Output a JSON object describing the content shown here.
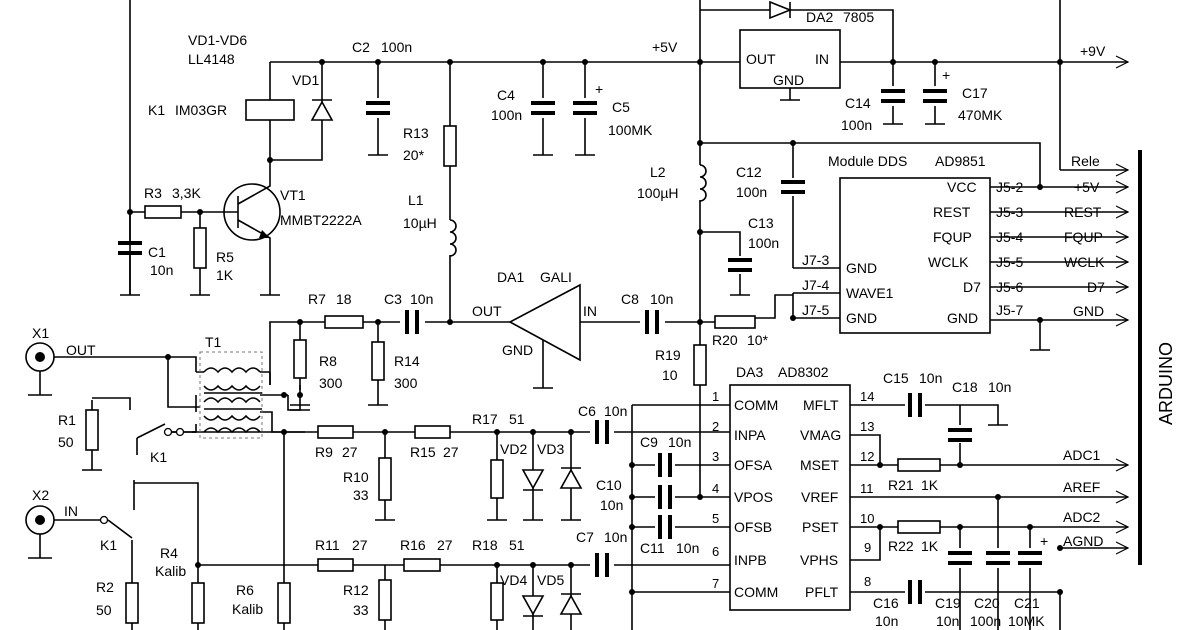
{
  "title": "",
  "modules": {
    "arduino": "ARDUINO",
    "dds_title": "Module DDS",
    "dds_chip": "AD9851",
    "regulator": "DA2",
    "regulator_part": "7805",
    "amp": "DA1",
    "amp_part": "GALI",
    "detector": "DA3",
    "detector_part": "AD8302"
  },
  "labels": {
    "vd_group": "VD1-VD6",
    "vd_part": "LL4148",
    "relay": "K1",
    "relay_part": "IM03GR",
    "vt1": "VT1",
    "vt1_part": "MMBT2222A",
    "plus5v": "+5V",
    "plus9v": "+9V",
    "reg_out": "OUT",
    "reg_in": "IN",
    "reg_gnd": "GND",
    "amp_out": "OUT",
    "amp_in": "IN",
    "amp_gnd": "GND",
    "x1": "X1",
    "x1_sig": "OUT",
    "x2": "X2",
    "x2_sig": "IN",
    "t1": "T1",
    "k1a": "K1",
    "k1b": "K1"
  },
  "components": {
    "vd1": "VD1",
    "c2": "C2",
    "c2_val": "100n",
    "c4": "C4",
    "c4_val": "100n",
    "c5": "C5",
    "c5_val": "100MK",
    "r13": "R13",
    "r13_val": "20*",
    "l1": "L1",
    "l1_val": "10µH",
    "r3": "R3",
    "r3_val": "3,3K",
    "c1": "C1",
    "c1_val": "10n",
    "r5": "R5",
    "r5_val": "1K",
    "c14": "C14",
    "c14_val": "100n",
    "c17": "C17",
    "c17_val": "470MK",
    "l2": "L2",
    "l2_val": "100µH",
    "c12": "C12",
    "c12_val": "100n",
    "c13": "C13",
    "c13_val": "100n",
    "r7": "R7",
    "r7_val": "18",
    "c3": "C3",
    "c3_val": "10n",
    "c8": "C8",
    "c8_val": "10n",
    "r20": "R20",
    "r20_val": "10*",
    "r8": "R8",
    "r8_val": "300",
    "r14": "R14",
    "r14_val": "300",
    "r19": "R19",
    "r19_val": "10",
    "r1": "R1",
    "r1_val": "50",
    "r9": "R9",
    "r9_val": "27",
    "r15": "R15",
    "r15_val": "27",
    "r17": "R17",
    "r17_val": "51",
    "c6": "C6",
    "c6_val": "10n",
    "vd2": "VD2",
    "vd3": "VD3",
    "c9": "C9",
    "c9_val": "10n",
    "c10": "C10",
    "c10_val": "10n",
    "r10": "R10",
    "r10_val": "33",
    "c15": "C15",
    "c15_val": "10n",
    "c18": "C18",
    "c18_val": "10n",
    "r21": "R21",
    "r21_val": "1K",
    "r22": "R22",
    "r22_val": "1K",
    "r2": "R2",
    "r2_val": "50",
    "r4": "R4",
    "r4_val": "Kalib",
    "r6": "R6",
    "r6_val": "Kalib",
    "r11": "R11",
    "r11_val": "27",
    "r16": "R16",
    "r16_val": "27",
    "r18": "R18",
    "r18_val": "51",
    "c7": "C7",
    "c7_val": "10n",
    "c11": "C11",
    "c11_val": "10n",
    "vd4": "VD4",
    "vd5": "VD5",
    "r12": "R12",
    "r12_val": "33",
    "c16": "C16",
    "c16_val": "10n",
    "c19": "C19",
    "c19_val": "10n",
    "c20": "C20",
    "c20_val": "100n",
    "c21": "C21",
    "c21_val": "10MK"
  },
  "dds_pins": {
    "vcc": "VCC",
    "rest": "REST",
    "fqup": "FQUP",
    "wclk": "WCLK",
    "d7": "D7",
    "gnd": "GND",
    "gnd_l1": "GND",
    "wave1": "WAVE1",
    "gnd_l2": "GND",
    "j7_3": "J7-3",
    "j7_4": "J7-4",
    "j7_5": "J7-5",
    "j5_2": "J5-2",
    "j5_3": "J5-3",
    "j5_4": "J5-4",
    "j5_5": "J5-5",
    "j5_6": "J5-6",
    "j5_7": "J5-7"
  },
  "ad8302_pins": {
    "left": [
      "COMM",
      "INPA",
      "OFSA",
      "VPOS",
      "OFSB",
      "INPB",
      "COMM"
    ],
    "left_nums": [
      "1",
      "2",
      "3",
      "4",
      "5",
      "6",
      "7"
    ],
    "right": [
      "MFLT",
      "VMAG",
      "MSET",
      "VREF",
      "PSET",
      "VPHS",
      "PFLT"
    ],
    "right_nums": [
      "14",
      "13",
      "12",
      "11",
      "10",
      "9",
      "8"
    ]
  },
  "nets": {
    "rele": "Rele",
    "p5v": "+5V",
    "rest": "REST",
    "fqup": "FQUP",
    "wclk": "WCLK",
    "d7": "D7",
    "gnd": "GND",
    "adc1": "ADC1",
    "aref": "AREF",
    "adc2": "ADC2",
    "agnd": "AGND"
  },
  "polarity_mark": "+"
}
